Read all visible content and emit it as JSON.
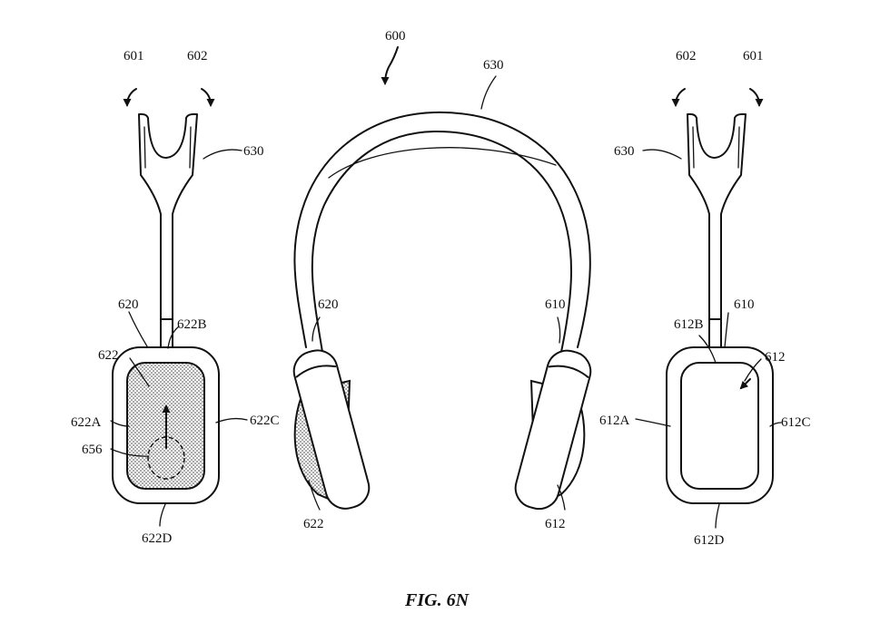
{
  "figure": {
    "caption": "FIG. 6N",
    "labels": {
      "l600": "600",
      "l601_left": "601",
      "l602_left": "602",
      "l630_center": "630",
      "l630_left": "630",
      "l620_left": "620",
      "l622B": "622B",
      "l622_left": "622",
      "l622A": "622A",
      "l622C": "622C",
      "l656": "656",
      "l622D": "622D",
      "l620_center": "620",
      "l610_center": "610",
      "l622_center": "622",
      "l612_center": "612",
      "l602_right": "602",
      "l601_right": "601",
      "l630_right": "630",
      "l610_right": "610",
      "l612B": "612B",
      "l612_right": "612",
      "l612A": "612A",
      "l612C": "612C",
      "l612D": "612D"
    }
  }
}
